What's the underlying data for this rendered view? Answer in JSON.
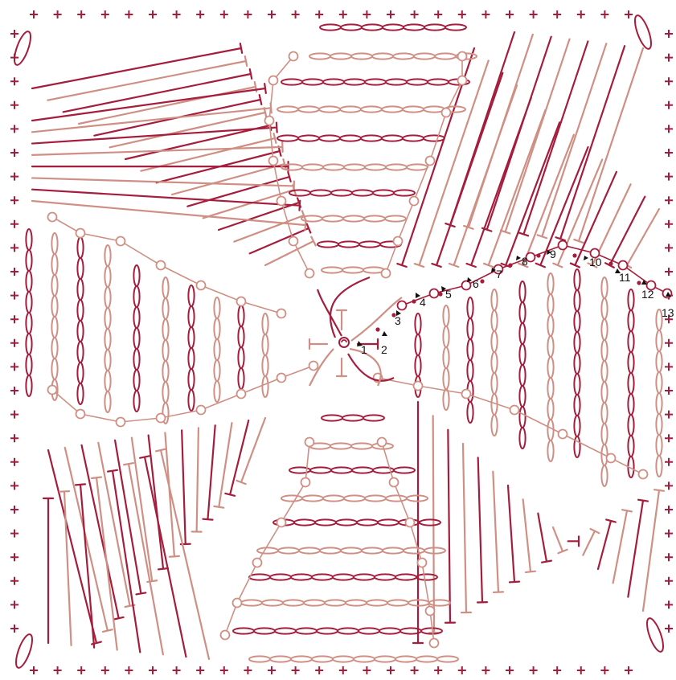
{
  "colors": {
    "dark": "#a51d3c",
    "light": "#cf8f84",
    "label": "#111111",
    "background": "#ffffff"
  },
  "diagram": {
    "type": "crochet-stitch-chart",
    "rounds": 13,
    "row_labels": [
      "1",
      "2",
      "3",
      "4",
      "5",
      "6",
      "7",
      "8",
      "9",
      "10",
      "11",
      "12",
      "13"
    ]
  }
}
